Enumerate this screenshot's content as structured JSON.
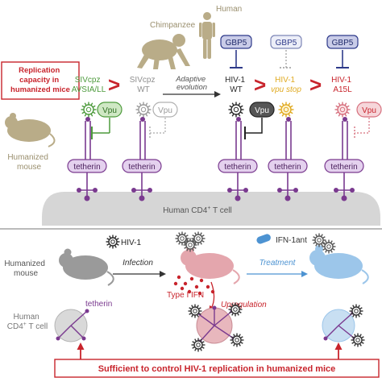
{
  "colors": {
    "green": "#4d9a3c",
    "gray": "#8f8f8f",
    "dark": "#2b2b2b",
    "yellow": "#e0aa22",
    "red": "#c8242c",
    "purple": "#7a3a8f",
    "gbp5_fill": "#c9cce8",
    "gbp5_stroke": "#2e3a8a",
    "blue": "#4d93d2",
    "pink": "#d6707e",
    "tan": "#b9ac88",
    "cell_fill": "#d6d6d6"
  },
  "species": {
    "chimpanzee": "Chimpanzee",
    "human": "Human"
  },
  "replication_box": "Replication capacity in humanized mice",
  "humanized_mouse": "Humanized mouse",
  "viruses": {
    "sivcpz_avsia": [
      "SIVcpz",
      "AVSIA/LL"
    ],
    "sivcpz_wt": [
      "SIVcpz",
      "WT"
    ],
    "hiv1_wt": [
      "HIV-1",
      "WT"
    ],
    "hiv1_vpustop": [
      "HIV-1",
      "vpu stop"
    ],
    "hiv1_a15l": [
      "HIV-1",
      "A15L"
    ]
  },
  "adaptive_evolution": [
    "Adaptive",
    "evolution"
  ],
  "gbp5": "GBP5",
  "vpu": "Vpu",
  "tetherin": "tetherin",
  "cell_label": "Human CD4",
  "cell_label_sup": "+",
  "cell_label_suffix": " T cell",
  "bottom": {
    "hiv1": "HIV-1",
    "ifn1ant": "IFN-1ant",
    "humanized_mouse": "Humanized mouse",
    "infection": "Infection",
    "treatment": "Treatment",
    "type_i_ifn": "Type I IFN",
    "upregulation": "Upregulation",
    "human_cell": [
      "Human",
      "CD4",
      "+",
      "T cell"
    ],
    "tetherin": "tetherin",
    "conclusion": "Sufficient to control HIV-1 replication in humanized mice"
  }
}
